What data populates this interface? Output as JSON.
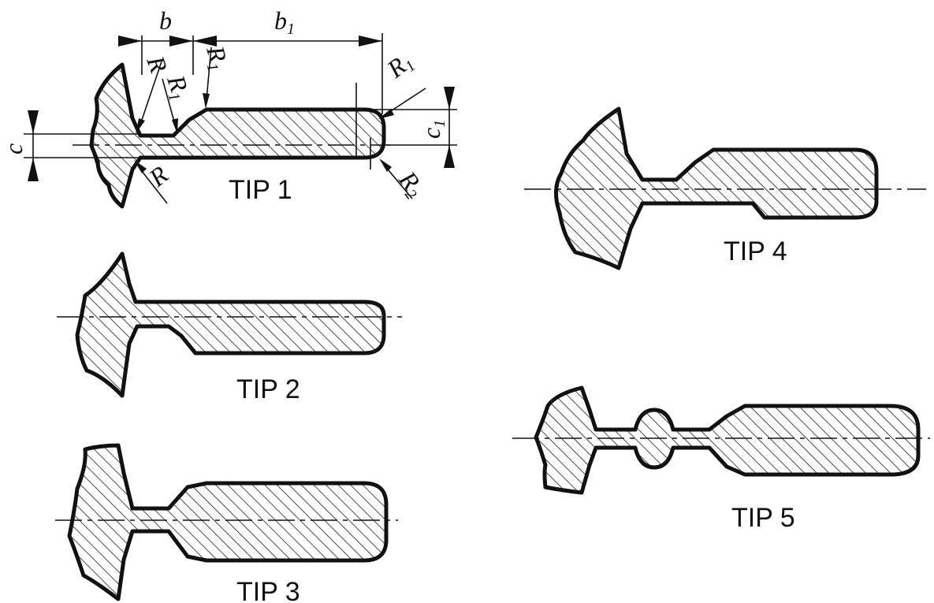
{
  "figure": {
    "profiles": [
      {
        "id": "tip1",
        "label": "TIP 1"
      },
      {
        "id": "tip2",
        "label": "TIP 2"
      },
      {
        "id": "tip3",
        "label": "TIP 3"
      },
      {
        "id": "tip4",
        "label": "TIP 4"
      },
      {
        "id": "tip5",
        "label": "TIP 5"
      }
    ],
    "dimensions": {
      "b": "b",
      "b1": "b",
      "b1_sub": "1",
      "c": "c",
      "c1": "c",
      "c1_sub": "1",
      "R": "R",
      "R1": "R",
      "R1_sub": "1",
      "R2": "R",
      "R2_sub": "2"
    }
  }
}
